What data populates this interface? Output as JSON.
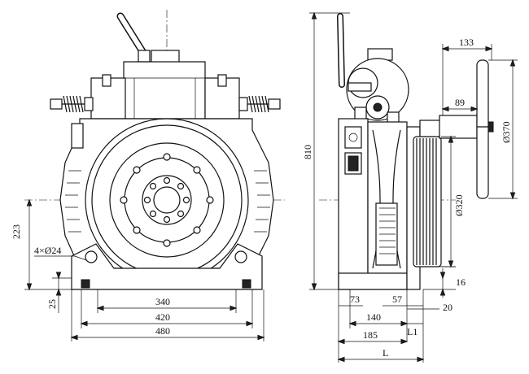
{
  "front_view": {
    "dims": {
      "height_223": "223",
      "holes": "4×Ø24",
      "foot_25": "25",
      "width_340": "340",
      "width_420": "420",
      "width_480": "480"
    }
  },
  "side_view": {
    "dims": {
      "height_810": "810",
      "offset_133": "133",
      "offset_89": "89",
      "handwheel_dia": "Ø370",
      "sheave_dia": "Ø320",
      "gap_16": "16",
      "gap_20": "20",
      "d_73": "73",
      "d_57": "57",
      "d_140": "140",
      "d_L1": "L1",
      "d_185": "185",
      "d_L": "L"
    }
  }
}
